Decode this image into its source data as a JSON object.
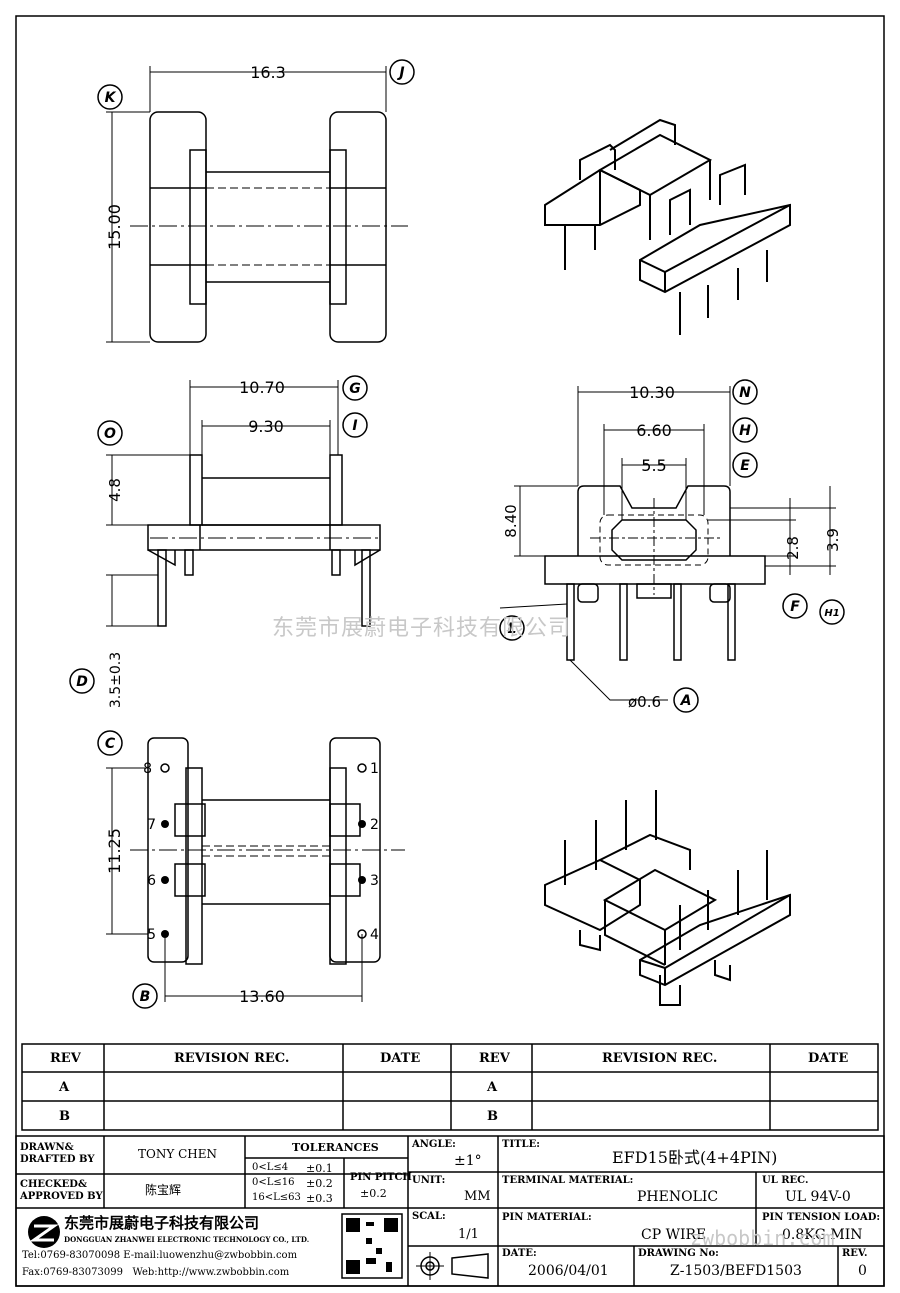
{
  "dimensions": {
    "top_width": "16.3",
    "top_height": "15.00",
    "side_width": "10.70",
    "side_inner": "9.30",
    "side_flange": "4.8",
    "side_pin": "3.5±0.3",
    "front_width": "10.30",
    "front_h": "6.60",
    "front_e": "5.5",
    "front_height": "8.40",
    "front_28": "2.8",
    "front_39": "3.9",
    "front_pin": "ø0.6",
    "bottom_height": "11.25",
    "bottom_width": "13.60"
  },
  "labels": [
    "K",
    "J",
    "G",
    "I",
    "O",
    "D",
    "N",
    "H",
    "E",
    "F",
    "H1",
    "L",
    "A",
    "C",
    "B"
  ],
  "pin_numbers": [
    "8",
    "7",
    "6",
    "5",
    "1",
    "2",
    "3",
    "4"
  ],
  "watermark": "东莞市展蔚电子科技有限公司",
  "revision_table": {
    "headers": [
      "REV",
      "REVISION REC.",
      "DATE",
      "REV",
      "REVISION REC.",
      "DATE"
    ],
    "rows": [
      [
        "A",
        "",
        "",
        "A",
        "",
        ""
      ],
      [
        "B",
        "",
        "",
        "B",
        "",
        ""
      ]
    ]
  },
  "title_block": {
    "drawn_label": "DRAWN&\nDRAFTED BY",
    "drawn_value": "TONY CHEN",
    "checked_label": "CHECKED&\nAPPROVED BY",
    "checked_value": "陈宝辉",
    "tolerances_label": "TOLERANCES",
    "tol_rows": [
      [
        "0<L≤4",
        "±0.1"
      ],
      [
        "0<L≤16",
        "±0.2"
      ],
      [
        "16<L≤63",
        "±0.3"
      ]
    ],
    "pin_pitch_label": "PIN PITCH",
    "pin_pitch_value": "±0.2",
    "angle_label": "ANGLE:",
    "angle_value": "±1°",
    "unit_label": "UNIT:",
    "unit_value": "MM",
    "scale_label": "SCAL:",
    "scale_value": "1/1",
    "title_label": "TITLE:",
    "title_value": "EFD15卧式(4+4PIN)",
    "terminal_label": "TERMINAL MATERIAL:",
    "terminal_value": "PHENOLIC",
    "ul_label": "UL REC.",
    "ul_value": "UL 94V-0",
    "pin_material_label": "PIN MATERIAL:",
    "pin_material_value": "CP WIRE",
    "tension_label": "PIN TENSION LOAD:",
    "tension_value": "0.8KG MIN",
    "date_label": "DATE:",
    "date_value": "2006/04/01",
    "drawing_label": "DRAWING No:",
    "drawing_value": "Z-1503/BEFD1503",
    "rev_label": "REV.",
    "rev_value": "0",
    "company_cn": "东莞市展蔚电子科技有限公司",
    "company_en": "DONGGUAN ZHANWEI ELECTRONIC TECHNOLOGY CO., LTD.",
    "tel": "Tel:0769-83070098 E-mail:luowenzhu@zwbobbin.com",
    "fax": "Fax:0769-83073099   Web:http://www.zwbobbin.com",
    "web_watermark": "zwbobbin.com"
  }
}
